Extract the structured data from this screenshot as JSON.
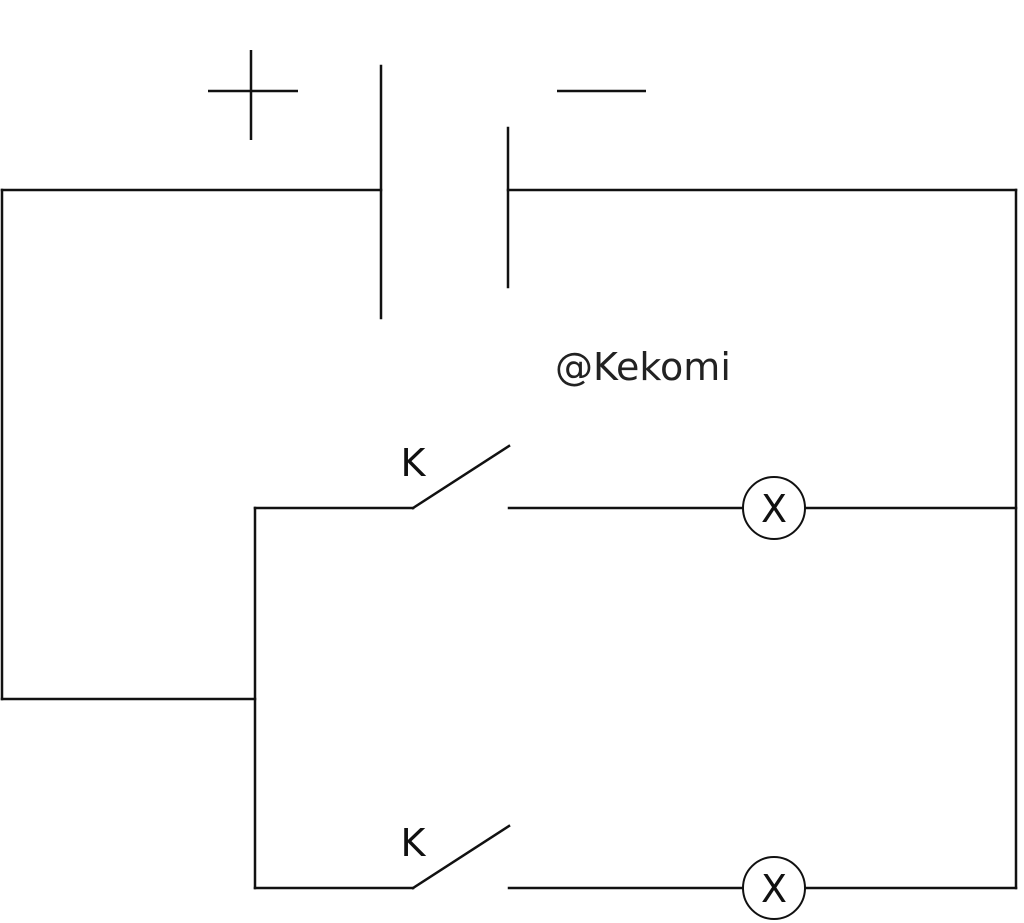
{
  "battery": {
    "positive_symbol": "+",
    "negative_symbol": "−"
  },
  "switch_top": {
    "label": "K"
  },
  "switch_bottom": {
    "label": "K"
  },
  "lamp_top": {
    "symbol": "X"
  },
  "lamp_bottom": {
    "symbol": "X"
  },
  "watermark": "@Kekomi",
  "colors": {
    "line": "#111111",
    "background": "#ffffff"
  }
}
